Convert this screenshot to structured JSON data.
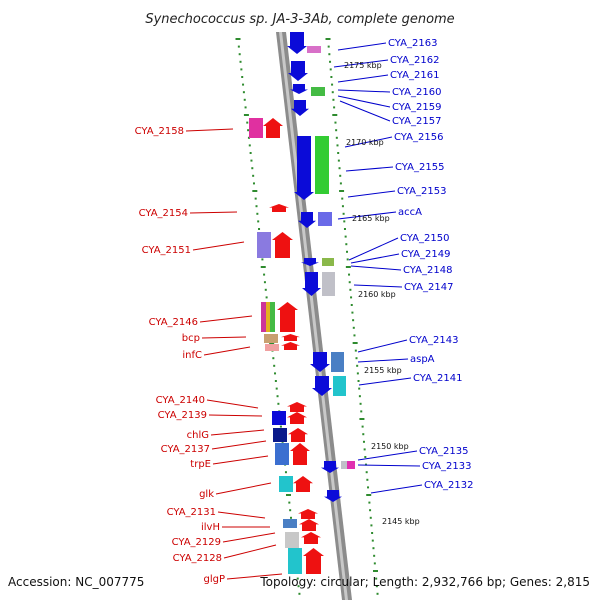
{
  "title": "Synechococcus sp. JA-3-3Ab, complete genome",
  "accession": "Accession: NC_007775",
  "summary": "Topology: circular; Length: 2,932,766 bp; Genes: 2,815",
  "colors": {
    "forward_label": "#0000cc",
    "reverse_label": "#cc0000",
    "backbone": "#8c8c8c",
    "tick": "#2e8b2e"
  },
  "kbp_labels": [
    "2175 kbp",
    "2170 kbp",
    "2165 kbp",
    "2160 kbp",
    "2155 kbp",
    "2150 kbp",
    "2145 kbp"
  ],
  "forward_genes": [
    "CYA_2163",
    "CYA_2162",
    "CYA_2161",
    "CYA_2160",
    "CYA_2159",
    "CYA_2157",
    "CYA_2156",
    "CYA_2155",
    "CYA_2153",
    "accA",
    "CYA_2150",
    "CYA_2149",
    "CYA_2148",
    "CYA_2147",
    "CYA_2143",
    "aspA",
    "CYA_2141",
    "CYA_2135",
    "CYA_2133",
    "CYA_2132"
  ],
  "reverse_genes": [
    "CYA_2158",
    "CYA_2154",
    "CYA_2151",
    "CYA_2146",
    "bcp",
    "infC",
    "CYA_2140",
    "CYA_2139",
    "chlG",
    "CYA_2137",
    "trpE",
    "glk",
    "CYA_2131",
    "ilvH",
    "CYA_2129",
    "CYA_2128",
    "glgP"
  ]
}
